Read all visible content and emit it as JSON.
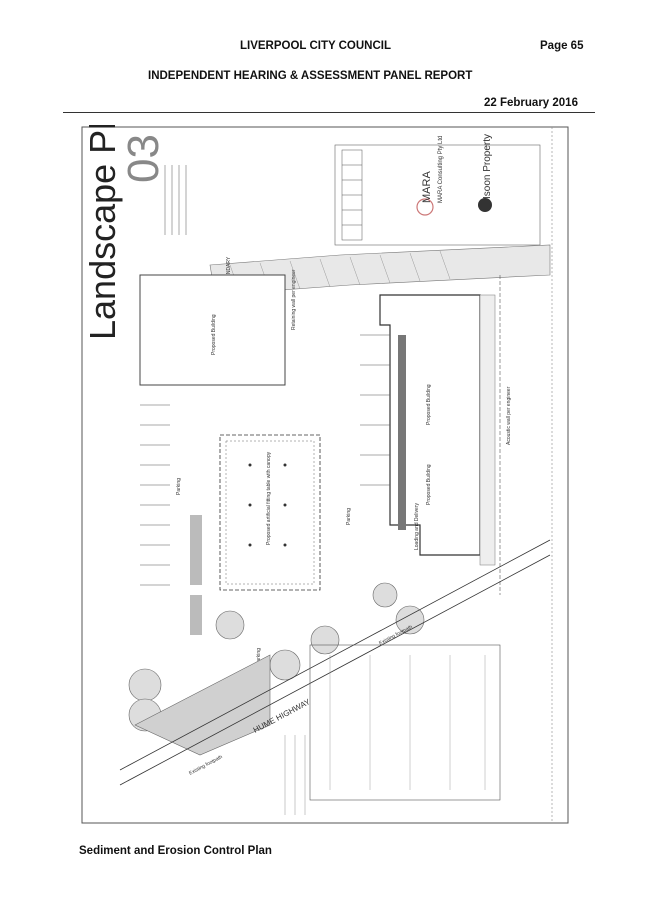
{
  "header": {
    "council": "LIVERPOOL CITY COUNCIL",
    "page": "Page 65",
    "panel": "INDEPENDENT HEARING & ASSESSMENT PANEL REPORT",
    "date": "22 February 2016"
  },
  "plan": {
    "title": "Landscape Plan",
    "number": "03",
    "labels": {
      "building1": "Proposed Building",
      "building2": "Proposed Building",
      "building3": "Proposed Building",
      "playground": "Proposed artificial fitting table with canopy",
      "parking1": "Parking",
      "parking2": "Parking",
      "parking3": "Parking",
      "retaining": "Retaining wall per engineer",
      "highway": "HUME HIGHWAY",
      "existing_footpath1": "Existing footpath",
      "existing_footpath2": "Existing footpath",
      "boundary": "BOUNDARY",
      "loading": "Loading and Delivery",
      "acoustic": "Acoustic wall per engineer",
      "mara": "MARA",
      "mara_sub": "MARA Consulting Pty Ltd",
      "property": "Isoon Property"
    }
  },
  "caption": "Sediment and Erosion Control Plan"
}
